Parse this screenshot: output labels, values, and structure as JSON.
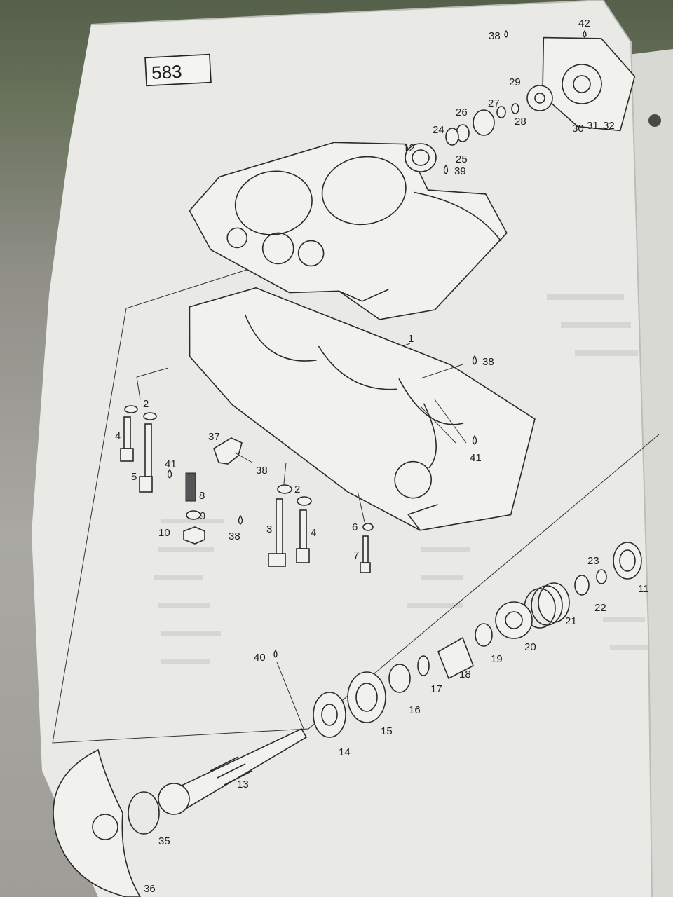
{
  "page_number": "583",
  "callouts": {
    "c1": "1",
    "c2a": "2",
    "c2b": "2",
    "c3": "3",
    "c4a": "4",
    "c4b": "4",
    "c5": "5",
    "c6": "6",
    "c7": "7",
    "c8": "8",
    "c9": "9",
    "c10": "10",
    "c11": "11",
    "c12": "12",
    "c13": "13",
    "c14": "14",
    "c15": "15",
    "c16": "16",
    "c17": "17",
    "c18": "18",
    "c19": "19",
    "c20": "20",
    "c21": "21",
    "c22": "22",
    "c23": "23",
    "c24": "24",
    "c25": "25",
    "c26": "26",
    "c27": "27",
    "c28": "28",
    "c29": "29",
    "c30": "30",
    "c31": "31",
    "c32": "32",
    "c35": "35",
    "c36": "36",
    "c37": "37",
    "c38a": "38",
    "c38b": "38",
    "c38c": "38",
    "c38d": "38",
    "c39": "39",
    "c40": "40",
    "c41a": "41",
    "c41b": "41",
    "c42": "42"
  }
}
